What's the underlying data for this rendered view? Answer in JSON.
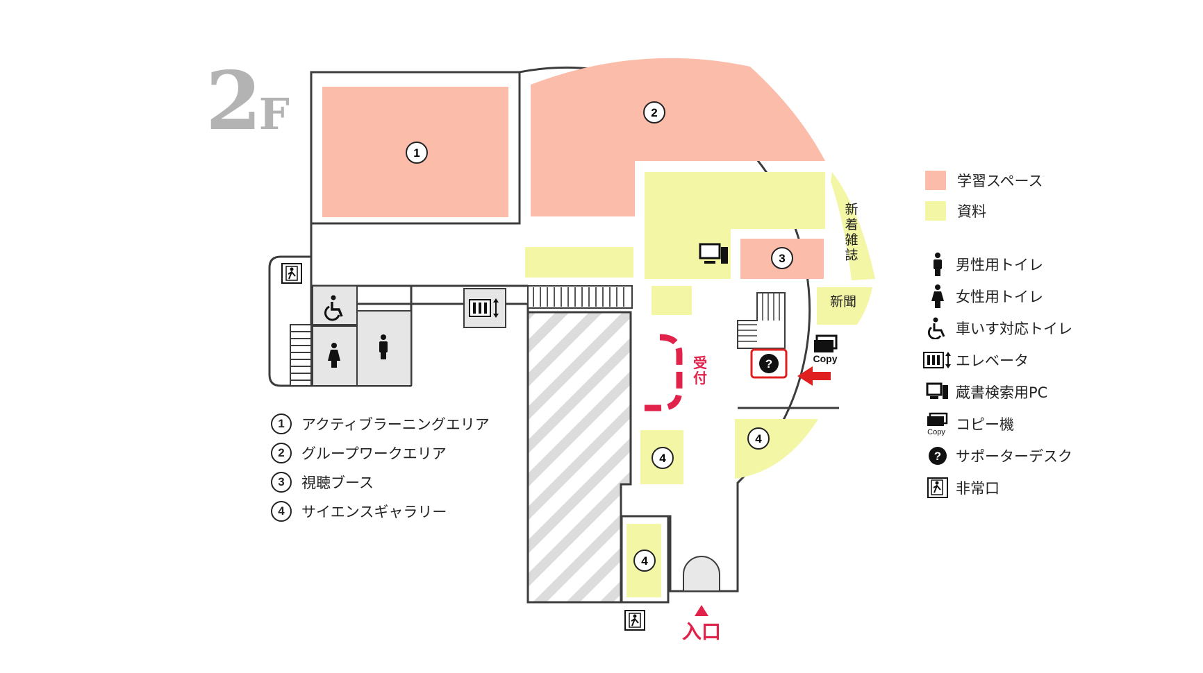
{
  "floor": {
    "number": "2",
    "suffix": "F"
  },
  "colors": {
    "study": "#fbbcaa",
    "materials": "#f3f6a4",
    "wall": "#3c3c3c",
    "accent": "#e1224b",
    "help_frame": "#e02020",
    "floor_text": "#b3b3b3"
  },
  "areas": [
    {
      "number": "1",
      "label": "アクティブラーニングエリア"
    },
    {
      "number": "2",
      "label": "グループワークエリア"
    },
    {
      "number": "3",
      "label": "視聴ブース"
    },
    {
      "number": "4",
      "label": "サイエンスギャラリー"
    }
  ],
  "color_legend": [
    {
      "label": "学習スペース",
      "color": "#fbbcaa"
    },
    {
      "label": "資料",
      "color": "#f3f6a4"
    }
  ],
  "icon_legend": [
    {
      "icon": "male-toilet-icon",
      "label": "男性用トイレ"
    },
    {
      "icon": "female-toilet-icon",
      "label": "女性用トイレ"
    },
    {
      "icon": "wheelchair-toilet-icon",
      "label": "車いす対応トイレ"
    },
    {
      "icon": "elevator-icon",
      "label": "エレベータ"
    },
    {
      "icon": "catalog-pc-icon",
      "label": "蔵書検索用PC"
    },
    {
      "icon": "copy-machine-icon",
      "label": "コピー機"
    },
    {
      "icon": "supporter-desk-icon",
      "label": "サポーターデスク"
    },
    {
      "icon": "emergency-exit-icon",
      "label": "非常口"
    }
  ],
  "map_labels": {
    "new_magazines": "新着雑誌",
    "newspaper": "新聞",
    "reception": "受付",
    "entrance": "入口",
    "copy": "Copy",
    "help": "?"
  }
}
